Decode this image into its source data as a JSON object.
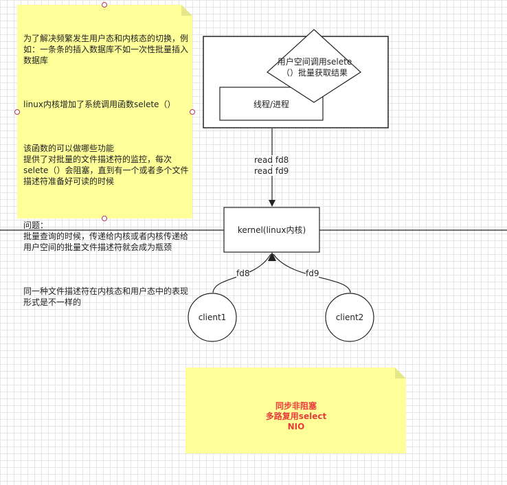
{
  "colors": {
    "note_fill": "#ffff99",
    "note_fold": "#e6e68a",
    "stroke": "#222222",
    "handle": "#aa3366",
    "highlight_text": "#e83b3b"
  },
  "note1": {
    "paragraphs": [
      "为了解决频繁发生用户态和内核态的切换，例如：一条条的插入数据库不如一次性批量插入数据库",
      "linux内核增加了系统调用函数selete（）",
      "该函数的可以做哪些功能\n提供了对批量的文件描述符的监控，每次selete（）会阻塞，直到有一个或者多个文件描述符准备好可读的时候",
      "问题：\n批量查询的时候，传递给内核或者内核传递给用户空间的批量文件描述符就会成为瓶颈",
      "同一种文件描述符在内核态和用户态中的表现形式是不一样的"
    ]
  },
  "user_space": {
    "diamond_label": "用户空间调用selete（）批量获取结果",
    "thread_label": "线程/进程"
  },
  "edges": {
    "read_fd8": "read fd8",
    "read_fd9": "read fd9",
    "fd8": "fd8",
    "fd9": "fd9"
  },
  "kernel": {
    "label": "kernel(linux内核)"
  },
  "clients": [
    {
      "label": "client1"
    },
    {
      "label": "client2"
    }
  ],
  "note2": {
    "lines": [
      "同步非阻塞",
      "多路复用select",
      "NIO"
    ]
  }
}
